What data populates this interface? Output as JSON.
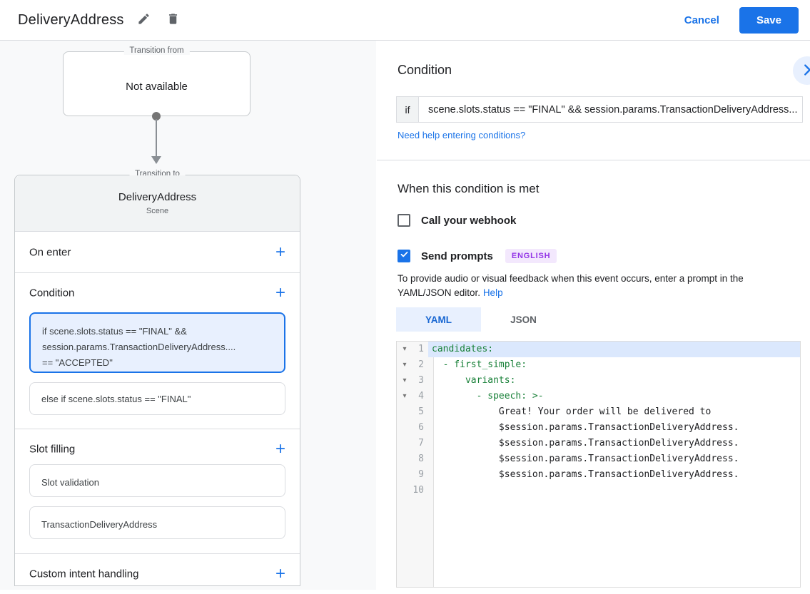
{
  "colors": {
    "accent": "#1a73e8",
    "selected_bg": "#e8f0fe",
    "badge_purple": "#9334e6",
    "code_key_green": "#188038"
  },
  "header": {
    "title": "DeliveryAddress",
    "cancel_label": "Cancel",
    "save_label": "Save"
  },
  "icons": {
    "edit": "pencil-icon",
    "delete": "trash-icon",
    "collapse": "▾",
    "expand": "chevron-right-icon",
    "add": "+"
  },
  "graph": {
    "transition_from": {
      "legend": "Transition from",
      "value": "Not available"
    },
    "transition_to": {
      "legend": "Transition to",
      "title": "DeliveryAddress",
      "subtitle": "Scene"
    },
    "sections": {
      "on_enter": "On enter",
      "condition": "Condition",
      "slot_filling": "Slot filling",
      "custom_intent": "Custom intent handling"
    },
    "condition_cards": [
      {
        "text": "if scene.slots.status == \"FINAL\" &&\nsession.params.TransactionDeliveryAddress....\n== \"ACCEPTED\"",
        "selected": true
      },
      {
        "text": "else if scene.slots.status == \"FINAL\"",
        "selected": false
      }
    ],
    "slot_cards": [
      {
        "label": "Slot validation"
      },
      {
        "label": "TransactionDeliveryAddress"
      }
    ]
  },
  "panel": {
    "condition_heading": "Condition",
    "if_label": "if",
    "if_value": "scene.slots.status == \"FINAL\" && session.params.TransactionDeliveryAddress...",
    "help_link": "Need help entering conditions?",
    "when_heading": "When this condition is met",
    "webhook_label": "Call your webhook",
    "prompts_label": "Send prompts",
    "language_badge": "ENGLISH",
    "description_line": "To provide audio or visual feedback when this event occurs, enter a prompt in the YAML/JSON editor.",
    "description_help": "Help",
    "tabs": [
      {
        "label": "YAML",
        "active": true
      },
      {
        "label": "JSON",
        "active": false
      }
    ],
    "editor": {
      "lines": [
        {
          "n": "1",
          "arrow": true,
          "hl": true,
          "segs": [
            {
              "c": "y",
              "t": "candidates:"
            }
          ]
        },
        {
          "n": "2",
          "arrow": true,
          "hl": false,
          "segs": [
            {
              "c": "p",
              "t": "  "
            },
            {
              "c": "y",
              "t": "- first_simple:"
            }
          ]
        },
        {
          "n": "3",
          "arrow": true,
          "hl": false,
          "segs": [
            {
              "c": "p",
              "t": "      "
            },
            {
              "c": "y",
              "t": "variants:"
            }
          ]
        },
        {
          "n": "4",
          "arrow": true,
          "hl": false,
          "segs": [
            {
              "c": "p",
              "t": "        "
            },
            {
              "c": "y",
              "t": "- speech: >-"
            }
          ]
        },
        {
          "n": "5",
          "arrow": false,
          "hl": false,
          "segs": [
            {
              "c": "p",
              "t": "            Great! Your order will be delivered to"
            }
          ]
        },
        {
          "n": "6",
          "arrow": false,
          "hl": false,
          "segs": [
            {
              "c": "p",
              "t": "            $session.params.TransactionDeliveryAddress."
            }
          ]
        },
        {
          "n": "7",
          "arrow": false,
          "hl": false,
          "segs": [
            {
              "c": "p",
              "t": "            $session.params.TransactionDeliveryAddress."
            }
          ]
        },
        {
          "n": "8",
          "arrow": false,
          "hl": false,
          "segs": [
            {
              "c": "p",
              "t": "            $session.params.TransactionDeliveryAddress."
            }
          ]
        },
        {
          "n": "9",
          "arrow": false,
          "hl": false,
          "segs": [
            {
              "c": "p",
              "t": "            $session.params.TransactionDeliveryAddress."
            }
          ]
        },
        {
          "n": "10",
          "arrow": false,
          "hl": false,
          "segs": []
        }
      ]
    }
  }
}
